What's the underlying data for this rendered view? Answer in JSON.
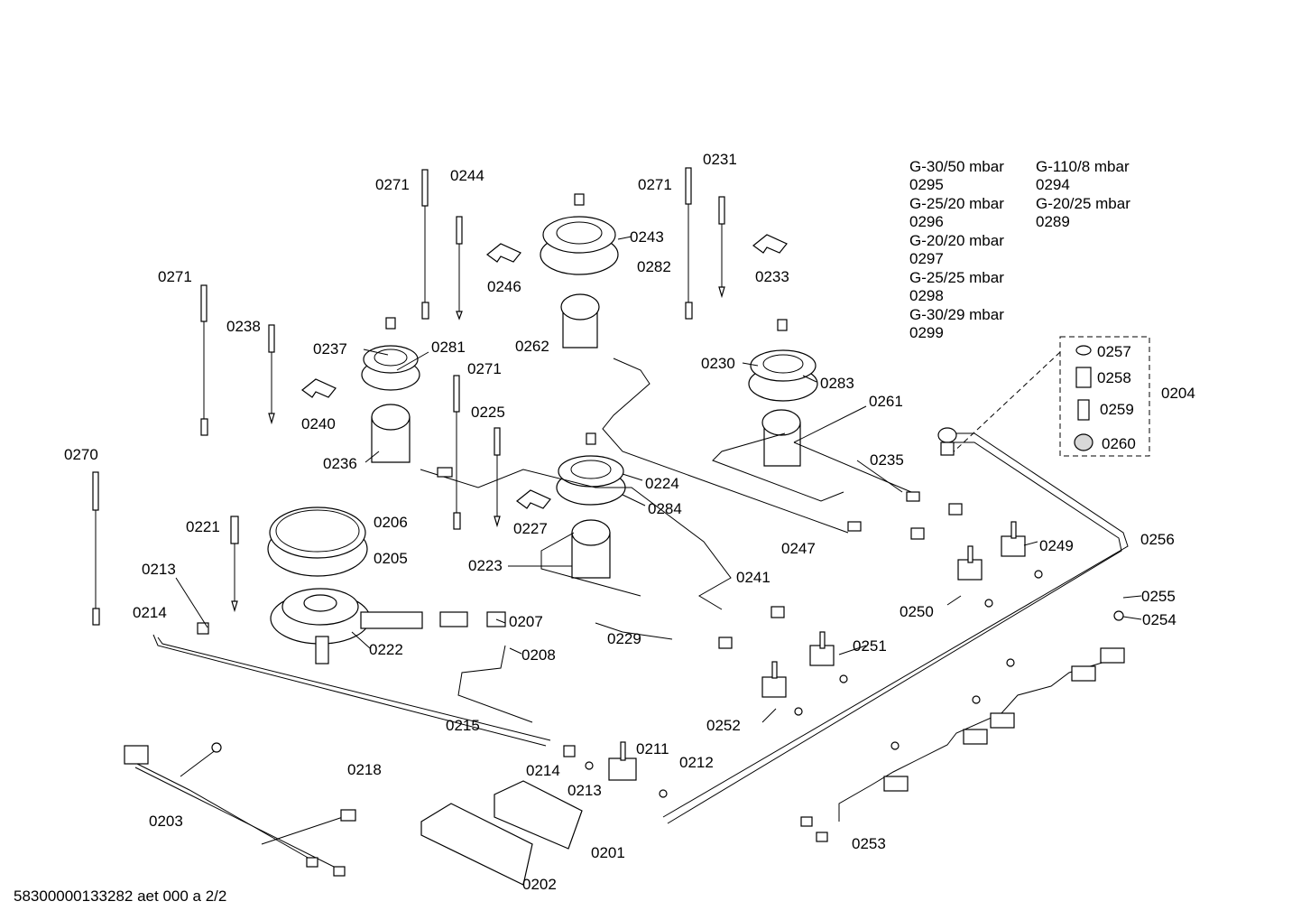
{
  "document_id": "58300000133282 aet 000 a 2/2",
  "gas_table": [
    "G-30/50 mbar",
    "0295",
    "G-25/20 mbar",
    "0296",
    "G-20/20 mbar",
    "0297",
    "G-25/25 mbar",
    "0298",
    "G-30/29 mbar",
    "0299",
    "G-110/8 mbar",
    "0294",
    "G-20/25 mbar",
    "0289"
  ],
  "callouts": [
    "0271",
    "0244",
    "0271",
    "0231",
    "0271",
    "0238",
    "0237",
    "0281",
    "0271",
    "0225",
    "0243",
    "0282",
    "0246",
    "0233",
    "0262",
    "0240",
    "0236",
    "0230",
    "0283",
    "0261",
    "0224",
    "0284",
    "0227",
    "0235",
    "0270",
    "0221",
    "0206",
    "0205",
    "0213",
    "0223",
    "0241",
    "0247",
    "0214",
    "0222",
    "0207",
    "0208",
    "0229",
    "0249",
    "0250",
    "0251",
    "0252",
    "0215",
    "0211",
    "0212",
    "0214",
    "0213",
    "0218",
    "0203",
    "0201",
    "0202",
    "0253",
    "0204",
    "0257",
    "0258",
    "0259",
    "0260",
    "0256",
    "0255",
    "0254"
  ]
}
